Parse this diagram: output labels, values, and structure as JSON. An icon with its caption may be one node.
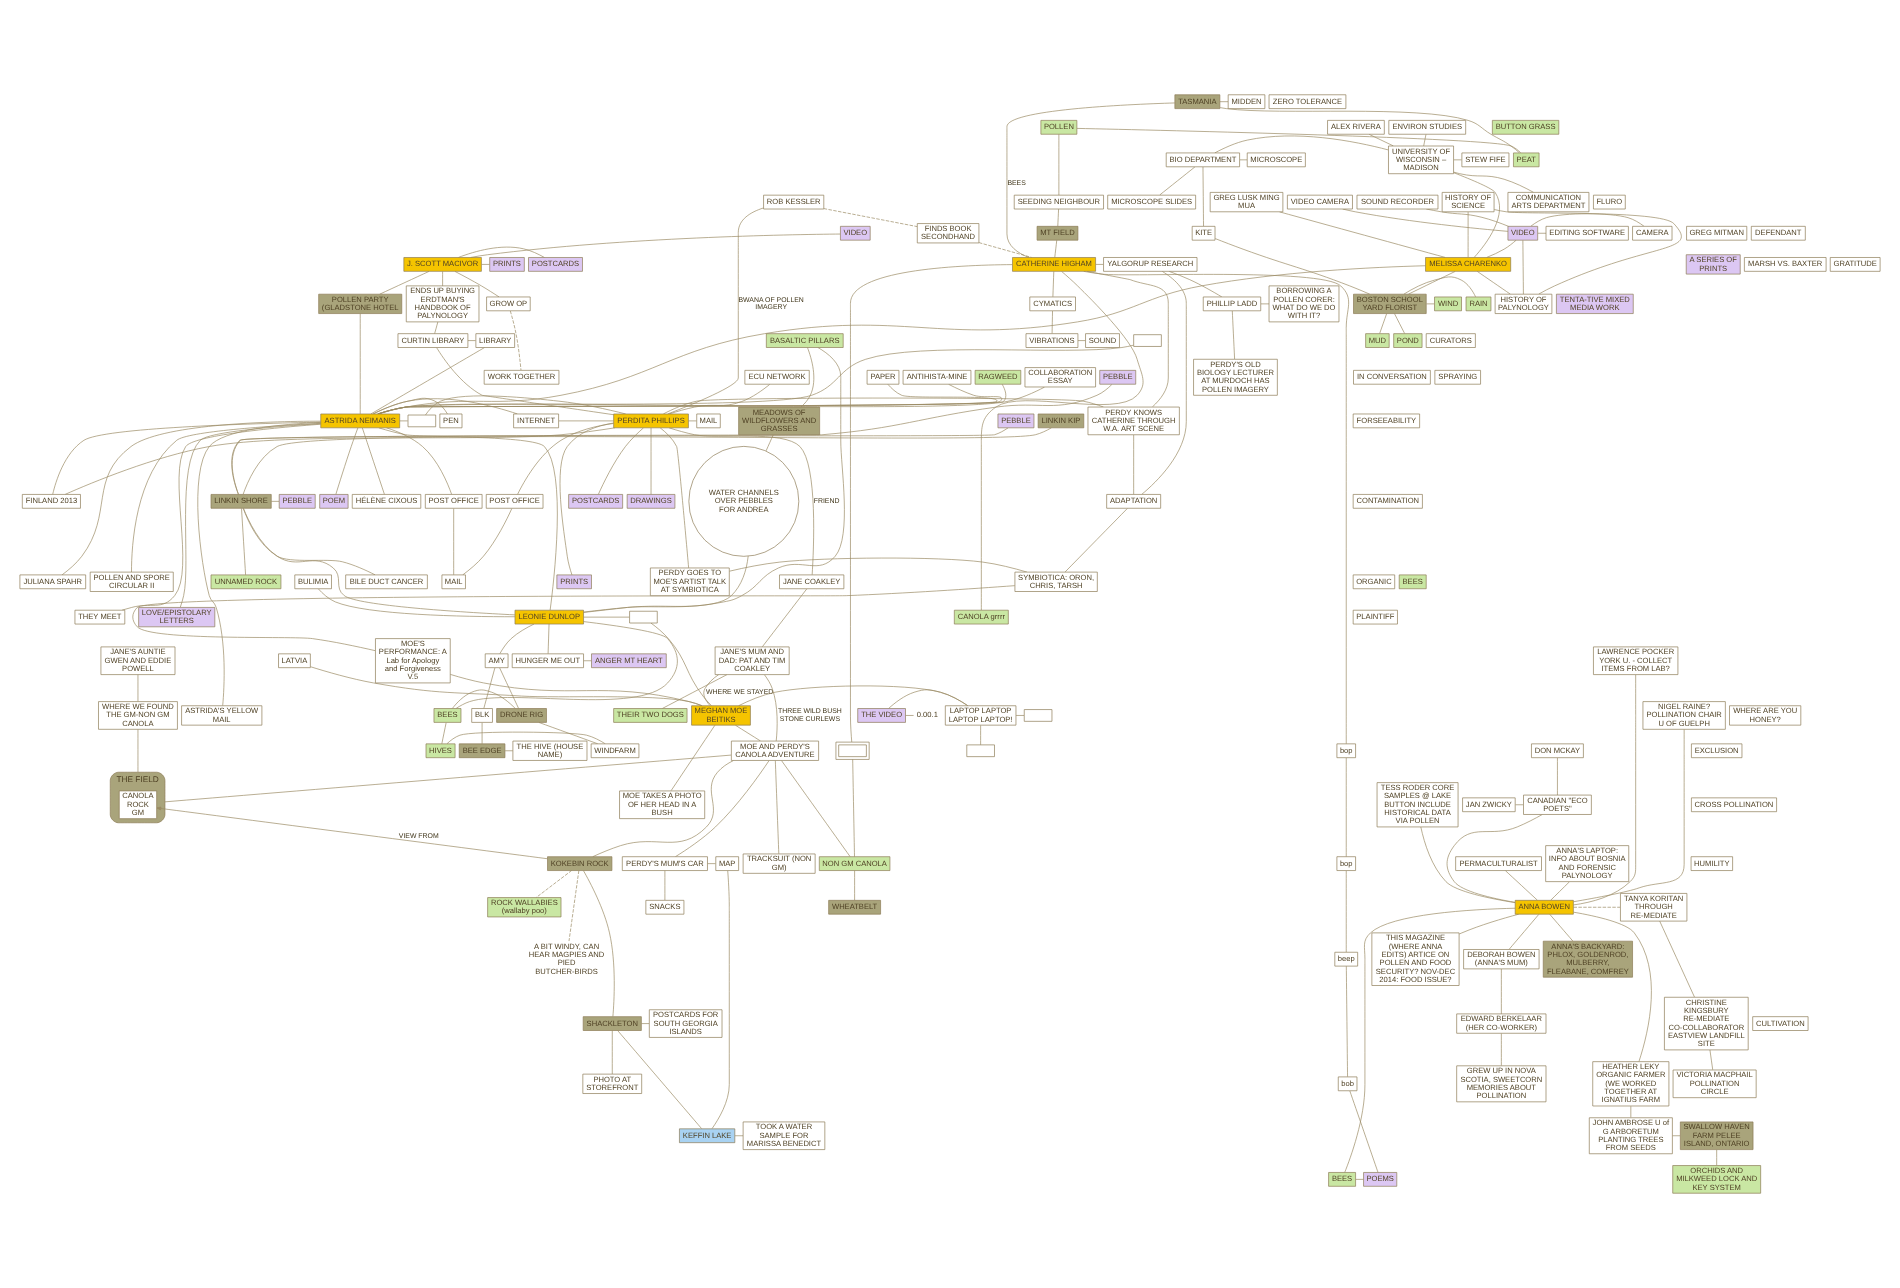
{
  "diagram": {
    "nodes": [
      {
        "text": [
          "ZERO TOLERANCE"
        ]
      },
      {
        "text": [
          "TASMANIA"
        ]
      },
      {
        "text": [
          "MIDDEN"
        ]
      },
      {
        "text": [
          "ENVIRON STUDIES"
        ]
      },
      {
        "text": [
          "POLLEN"
        ]
      },
      {
        "text": [
          "BUTTON GRASS"
        ]
      },
      {
        "text": [
          "ALEX RIVERA"
        ]
      },
      {
        "text": [
          "PEAT"
        ]
      },
      {
        "text": [
          "BIO DEPARTMENT"
        ]
      },
      {
        "text": [
          "UNIVERSITY OF WISCONSIN – MADISON"
        ]
      },
      {
        "text": [
          "STEW FIFE"
        ]
      },
      {
        "text": [
          "MICROSCOPE"
        ]
      },
      {
        "text": [
          "COMMUNICATION ARTS DEPARTMENT"
        ]
      },
      {
        "text": [
          "GREG LUSK MING MUA"
        ]
      },
      {
        "text": [
          "MICROSCOPE SLIDES"
        ]
      },
      {
        "text": [
          "ROB KESSLER"
        ]
      },
      {
        "text": [
          "FLURO"
        ]
      },
      {
        "text": [
          "VIDEO CAMERA"
        ]
      },
      {
        "text": [
          "SEEDING NEIGHBOUR"
        ]
      },
      {
        "text": [
          "HISTORY OF SCIENCE"
        ]
      },
      {
        "text": [
          "SOUND RECORDER"
        ]
      },
      {
        "text": [
          "FINDS BOOK SECONDHAND"
        ]
      },
      {
        "text": [
          "MT FIELD"
        ]
      },
      {
        "text": [
          "KITE"
        ]
      },
      {
        "text": [
          "GREG MITMAN"
        ]
      },
      {
        "text": [
          "VIDEO"
        ]
      },
      {
        "text": [
          "EDITING SOFTWARE"
        ]
      },
      {
        "text": [
          "DEFENDANT"
        ]
      },
      {
        "text": [
          "VIDEO"
        ]
      },
      {
        "text": [
          "J. SCOTT MACIVOR"
        ]
      },
      {
        "text": [
          "POSTCARDS"
        ]
      },
      {
        "text": [
          "A SERIES OF PRINTS"
        ]
      },
      {
        "text": [
          "GRATITUDE"
        ]
      },
      {
        "text": [
          "CAMERA"
        ]
      },
      {
        "text": [
          "MELISSA CHARENKO"
        ]
      },
      {
        "text": [
          "ENDS UP BUYING ERDTMAN'S HANDBOOK OF PALYNOLOGY"
        ]
      },
      {
        "text": [
          "YALGORUP RESEARCH"
        ]
      },
      {
        "text": [
          "CATHERINE HIGHAM"
        ]
      },
      {
        "text": [
          "MARSH VS. BAXTER"
        ]
      },
      {
        "text": [
          "PRINTS"
        ]
      },
      {
        "text": [
          "BOSTON SCHOOL YARD FLORIST"
        ]
      },
      {
        "text": [
          "TENTA-TIVE MIXED MEDIA WORK"
        ]
      },
      {
        "text": [
          "HISTORY OF PALYNOLOGY"
        ]
      },
      {
        "text": [
          "POLLEN PARTY (GLADSTONE HOTEL"
        ]
      },
      {
        "text": [
          "PHILLIP LADD"
        ]
      },
      {
        "text": [
          "BORROWING A POLLEN CORER: WHAT DO WE DO WITH IT?"
        ]
      },
      {
        "text": [
          "CYMATICS"
        ]
      },
      {
        "text": [
          "WIND"
        ]
      },
      {
        "text": [
          "GROW OP"
        ]
      },
      {
        "text": [
          "RAIN"
        ]
      },
      {
        "text": [
          "MUD"
        ]
      },
      {
        "text": [
          "POND"
        ]
      },
      {
        "text": [
          "CURTIN LIBRARY"
        ]
      },
      {
        "text": [
          "VIBRATIONS"
        ]
      },
      {
        "text": [],
        "shape": "box"
      },
      {
        "text": [
          "BASALTIC PILLARS"
        ]
      },
      {
        "text": [
          "LIBRARY"
        ]
      },
      {
        "text": [
          "CURATORS"
        ]
      },
      {
        "text": [
          "ANTIHISTA-MINE"
        ]
      },
      {
        "text": [
          "RAGWEED"
        ]
      },
      {
        "text": [
          "SOUND"
        ]
      },
      {
        "text": [
          "PERDY'S OLD BIOLOGY LECTURER AT MURDOCH HAS POLLEN IMAGERY"
        ]
      },
      {
        "text": [
          "WORK TOGETHER"
        ]
      },
      {
        "text": [
          "IN CONVERSATION"
        ]
      },
      {
        "text": [
          "PAPER"
        ]
      },
      {
        "text": [
          "COLLABORATION ESSAY"
        ]
      },
      {
        "text": [
          "MEADOWS OF WILDFLOWERS AND GRASSES"
        ]
      },
      {
        "text": [
          "PEBBLE"
        ]
      },
      {
        "text": [
          "LINKIN KIP"
        ]
      },
      {
        "text": [
          "INTERNET"
        ]
      },
      {
        "text": [
          "ECU NETWORK"
        ]
      },
      {
        "text": [
          "MAIL"
        ]
      },
      {
        "text": [
          "SPRAYING"
        ]
      },
      {
        "text": [
          "PEN"
        ]
      },
      {
        "text": [],
        "shape": "box"
      },
      {
        "text": [
          "PEBBLE"
        ]
      },
      {
        "text": [
          "LINKIN SHORE"
        ]
      },
      {
        "text": [
          "ASTRIDA NEIMANIS"
        ]
      },
      {
        "text": [
          "PERDITA PHILLIPS"
        ]
      },
      {
        "text": [
          "PERDY KNOWS CATHERINE THROUGH W.A. ART SCENE"
        ]
      },
      {
        "text": [
          "FORSEEABILITY"
        ]
      },
      {
        "text": [
          "POEM"
        ]
      },
      {
        "text": [
          "POSTCARDS"
        ]
      },
      {
        "text": [
          "PEBBLE"
        ]
      },
      {
        "text": [
          "WATER CHANNELS OVER PEBBLES",
          "FOR ANDREA"
        ]
      },
      {
        "text": [
          "HÉLÈNE CIXOUS"
        ]
      },
      {
        "text": [
          "POST OFFICE"
        ]
      },
      {
        "text": [
          "FINLAND 2013"
        ]
      },
      {
        "text": [
          "POST OFFICE"
        ]
      },
      {
        "text": [
          "DRAWINGS"
        ]
      },
      {
        "text": [
          "ADAPTATION"
        ]
      },
      {
        "text": [
          "CONTAMINATION"
        ]
      },
      {
        "text": [
          "BEES"
        ]
      },
      {
        "text": [
          "UNNAMED ROCK"
        ]
      },
      {
        "text": [
          "MAIL"
        ]
      },
      {
        "text": [
          "PRINTS"
        ]
      },
      {
        "text": [
          "ORGANIC"
        ]
      },
      {
        "text": [
          "BULIMIA"
        ]
      },
      {
        "text": [
          "POLLEN AND SPORE CIRCULAR II"
        ]
      },
      {
        "text": [
          "JANE COAKLEY"
        ]
      },
      {
        "text": [
          "PERDY GOES TO MOE'S ARTIST TALK AT SYMBIOTICA"
        ]
      },
      {
        "text": [
          "SYMBIOTICA: ORON, CHRIS, TARSH"
        ]
      },
      {
        "text": [
          "JULIANA SPAHR"
        ]
      },
      {
        "text": [
          "BILE DUCT CANCER"
        ]
      },
      {
        "text": [
          "PLAINTIFF"
        ]
      },
      {
        "text": [
          "LOVE/EPISTOLARY LETTERS"
        ]
      },
      {
        "text": [
          "LEONIE DUNLOP"
        ]
      },
      {
        "text": [],
        "shape": "box"
      },
      {
        "text": [
          "LAWRENCE POCKER YORK U. - COLLECT ITEMS FROM LAB?"
        ]
      },
      {
        "text": [
          "THEY MEET"
        ]
      },
      {
        "text": [
          "HUNGER ME OUT"
        ]
      },
      {
        "text": [
          "JANE'S AUNTIE GWEN AND EDDIE POWELL"
        ]
      },
      {
        "text": [
          "JANE'S MUM AND DAD: PAT AND TIM COAKLEY"
        ]
      },
      {
        "text": [
          "MOE'S PERFORMANCE: A Lab for Apology and Forgiveness V.5"
        ]
      },
      {
        "text": [
          "CANOLA grrrr"
        ]
      },
      {
        "text": [
          "AMY"
        ]
      },
      {
        "text": [
          "LATVIA"
        ]
      },
      {
        "text": [
          "ANGER MT HEART"
        ]
      },
      {
        "text": [
          "ASTRIDA'S YELLOW MAIL"
        ]
      },
      {
        "text": [
          "WHERE ARE YOU HONEY?"
        ]
      },
      {
        "text": [
          "MEGHAN MOE BEITIKS"
        ]
      },
      {
        "text": [
          "LAPTOP LAPTOP LAPTOP LAPTOP!"
        ]
      },
      {
        "text": [
          "THE VIDEO"
        ]
      },
      {
        "text": [
          "0.00.1"
        ]
      },
      {
        "text": [
          "NIGEL RAINE? POLLINATION CHAIR U OF GUELPH"
        ]
      },
      {
        "text": [
          "BEES"
        ]
      },
      {
        "text": [
          "BLK"
        ]
      },
      {
        "text": [
          "THEIR TWO DOGS"
        ]
      },
      {
        "text": [
          "WHERE WE FOUND THE GM-NON GM CANOLA"
        ]
      },
      {
        "text": [
          "THE HIVE (HOUSE NAME)"
        ]
      },
      {
        "text": [],
        "shape": "box"
      },
      {
        "text": [],
        "shape": "box"
      },
      {
        "text": [],
        "shape": "box"
      },
      {
        "text": [
          "DRONE RIG"
        ]
      },
      {
        "text": [
          "BEE EDGE"
        ]
      },
      {
        "text": [
          "HIVES"
        ]
      },
      {
        "text": [
          "MOE AND PERDY'S CANOLA ADVENTURE"
        ]
      },
      {
        "text": [
          "THE FIELD"
        ]
      },
      {
        "text": [
          "CANOLA",
          "ROCK",
          "GM"
        ],
        "in": 137
      },
      {
        "text": [
          "MOE TAKES A PHOTO OF HER HEAD IN A BUSH"
        ]
      },
      {
        "text": [
          "TESS RODER CORE SAMPLES @ LAKE BUTTON INCLUDE HISTORICAL DATA VIA POLLEN"
        ]
      },
      {
        "text": [
          "PERMACULTURALIST"
        ]
      },
      {
        "text": [
          "WINDFARM"
        ]
      },
      {
        "text": [
          "DON MCKAY"
        ]
      },
      {
        "text": [
          "EXCLUSION"
        ]
      },
      {
        "text": [
          "CROSS POLLINATION"
        ]
      },
      {
        "text": [
          "CANADIAN \"ECO POETS\""
        ]
      },
      {
        "text": [
          "JAN ZWICKY"
        ]
      },
      {
        "text": [
          "ANNA'S LAPTOP: INFO ABOUT BOSNIA AND FORENSIC PALYNOLOGY"
        ]
      },
      {
        "text": [
          "TRACKSUIT (NON GM)"
        ]
      },
      {
        "text": [
          "PERDY'S MUM'S CAR"
        ]
      },
      {
        "text": [
          "NON GM CANOLA"
        ]
      },
      {
        "text": [
          "HUMILITY"
        ]
      },
      {
        "text": [
          "KOKEBIN ROCK"
        ]
      },
      {
        "text": [
          "MAP"
        ]
      },
      {
        "text": [
          "SNACKS"
        ]
      },
      {
        "text": [
          "TANYA KORITAN THROUGH RE-MEDIATE"
        ]
      },
      {
        "text": [
          "ANNA BOWEN"
        ]
      },
      {
        "text": [
          "ROCK WALLABIES (wallaby poo)"
        ]
      },
      {
        "text": [
          "WHEATBELT"
        ]
      },
      {
        "text": [
          "THIS MAGAZINE (WHERE ANNA EDITS) ARTICE ON POLLEN AND FOOD SECURITY? NOV-DEC 2014: FOOD ISSUE?"
        ]
      },
      {
        "text": [
          "DEBORAH BOWEN (ANNA'S MUM)"
        ]
      },
      {
        "text": [
          "ANNA'S BACKYARD: PHLOX, GOLDENROD, MULBERRY, FLEABANE, COMFREY"
        ]
      },
      {
        "text": [
          "CHRISTINE KINGSBURY RE-MEDIATE CO-COLLABORATOR EASTVIEW LANDFILL SITE"
        ]
      },
      {
        "text": [
          "A BIT WINDY, CAN HEAR MAGPIES AND PIED BUTCHER-BIRDS"
        ]
      },
      {
        "text": [
          "SHACKLETON"
        ]
      },
      {
        "text": [
          "POSTCARDS FOR SOUTH GEORGIA ISLANDS"
        ]
      },
      {
        "text": [
          "EDWARD BERKELAAR (HER CO-WORKER)"
        ]
      },
      {
        "text": [
          "HEATHER LEKY ORGANIC FARMER (WE WORKED TOGETHER AT IGNATIUS FARM"
        ]
      },
      {
        "text": [
          "CULTIVATION"
        ]
      },
      {
        "text": [
          "GREW UP IN NOVA SCOTIA, SWEETCORN MEMORIES ABOUT POLLINATION"
        ]
      },
      {
        "text": [
          "PHOTO AT STOREFRONT"
        ]
      },
      {
        "text": [
          "VICTORIA MACPHAIL POLLINATION CIRCLE"
        ]
      },
      {
        "text": [
          "KEFFIN LAKE"
        ]
      },
      {
        "text": [
          "SWALLOW HAVEN FARM PELEE ISLAND, ONTARIO"
        ]
      },
      {
        "text": [
          "JOHN AMBROSE U of G ARBORETUM PLANTING TREES FROM SEEDS"
        ]
      },
      {
        "text": [
          "TOOK A WATER SAMPLE FOR MARISSA BENEDICT"
        ]
      },
      {
        "text": [
          "ORCHIDS AND MILKWEED LOCK AND KEY SYSTEM"
        ]
      },
      {
        "text": [
          "BEES"
        ]
      },
      {
        "text": [
          "bop"
        ]
      },
      {
        "text": [
          "bop"
        ]
      },
      {
        "text": [
          "beep"
        ]
      },
      {
        "text": [
          "bob"
        ]
      },
      {
        "text": [
          "POEMS"
        ]
      }
    ],
    "edges": [
      {
        "from": 3,
        "to": 9,
        "arrow": "none"
      },
      {
        "from": 6,
        "to": 9,
        "arrow": "none"
      },
      {
        "from": 8,
        "to": 9,
        "arrow": "none"
      },
      {
        "from": 9,
        "to": 10,
        "arrow": "none"
      },
      {
        "from": 9,
        "to": 12,
        "arrow": "none"
      },
      {
        "from": 8,
        "to": 11,
        "arrow": "none"
      },
      {
        "from": 8,
        "to": 14,
        "arrow": "none"
      },
      {
        "from": 8,
        "to": 23,
        "arrow": "none"
      },
      {
        "from": 13,
        "to": 34,
        "arrow": "none"
      },
      {
        "from": 9,
        "to": 34,
        "arrow": "none"
      },
      {
        "from": 19,
        "to": 34,
        "arrow": "none"
      },
      {
        "from": 19,
        "to": 42,
        "arrow": "none"
      },
      {
        "from": 25,
        "to": 34,
        "arrow": "none"
      },
      {
        "from": 25,
        "to": 42,
        "arrow": "none"
      },
      {
        "from": 25,
        "to": 17,
        "arrow": "none"
      },
      {
        "from": 25,
        "to": 20,
        "arrow": "none"
      },
      {
        "from": 25,
        "to": 26,
        "arrow": "none"
      },
      {
        "from": 25,
        "to": 33,
        "arrow": "none"
      },
      {
        "from": 34,
        "to": 40,
        "arrow": "none"
      },
      {
        "from": 34,
        "to": 42,
        "arrow": "none"
      },
      {
        "from": 23,
        "to": 40,
        "arrow": "none"
      },
      {
        "from": 40,
        "to": 47,
        "arrow": "none"
      },
      {
        "from": 40,
        "to": 49,
        "arrow": "none"
      },
      {
        "from": 40,
        "to": 50,
        "arrow": "none"
      },
      {
        "from": 40,
        "to": 51,
        "arrow": "none"
      },
      {
        "from": 34,
        "to": 77,
        "arrow": "none"
      },
      {
        "from": 29,
        "to": 28,
        "arrow": "none"
      },
      {
        "from": 29,
        "to": 30,
        "arrow": "none"
      },
      {
        "from": 29,
        "to": 39,
        "arrow": "none"
      },
      {
        "from": 29,
        "to": 43,
        "arrow": "none"
      },
      {
        "from": 29,
        "to": 35,
        "arrow": "none"
      },
      {
        "from": 29,
        "to": 48,
        "arrow": "none"
      },
      {
        "from": 48,
        "to": 62,
        "arrow": "none",
        "style": "dashed"
      },
      {
        "from": 43,
        "to": 77,
        "arrow": "none"
      },
      {
        "from": 35,
        "to": 52,
        "arrow": "none"
      },
      {
        "from": 52,
        "to": 56,
        "arrow": "none"
      },
      {
        "from": 52,
        "to": 78,
        "arrow": "none"
      },
      {
        "from": 56,
        "to": 77,
        "arrow": "none"
      },
      {
        "from": 77,
        "to": 69,
        "arrow": "none"
      },
      {
        "from": 69,
        "to": 78,
        "arrow": "none"
      },
      {
        "from": 77,
        "to": 74,
        "arrow": "none"
      },
      {
        "from": 74,
        "to": 78,
        "arrow": "none"
      },
      {
        "from": 70,
        "to": 78,
        "arrow": "none"
      },
      {
        "from": 77,
        "to": 87,
        "arrow": "none"
      },
      {
        "from": 87,
        "to": 78,
        "arrow": "none"
      },
      {
        "from": 77,
        "to": 86,
        "arrow": "none"
      },
      {
        "from": 86,
        "to": 94,
        "arrow": "none"
      },
      {
        "from": 94,
        "to": 88,
        "arrow": "none"
      },
      {
        "from": 88,
        "to": 78,
        "arrow": "none"
      },
      {
        "from": 78,
        "to": 99,
        "arrow": "none",
        "label": "FRIEND"
      },
      {
        "from": 77,
        "to": 54,
        "arrow": "none"
      },
      {
        "from": 77,
        "to": 58,
        "arrow": "none"
      },
      {
        "from": 77,
        "to": 59,
        "arrow": "none"
      },
      {
        "from": 77,
        "to": 64,
        "arrow": "none"
      },
      {
        "from": 77,
        "to": 73,
        "arrow": "none"
      },
      {
        "from": 77,
        "to": 65,
        "arrow": "none"
      },
      {
        "from": 77,
        "to": 81,
        "arrow": "none"
      },
      {
        "from": 77,
        "to": 85,
        "arrow": "none"
      },
      {
        "from": 77,
        "to": 102,
        "arrow": "none"
      },
      {
        "from": 77,
        "to": 105,
        "arrow": "none"
      },
      {
        "from": 77,
        "to": 98,
        "arrow": "none"
      },
      {
        "from": 77,
        "to": 109,
        "arrow": "none"
      },
      {
        "from": 77,
        "to": 118,
        "arrow": "none"
      },
      {
        "from": 77,
        "to": 106,
        "arrow": "none"
      },
      {
        "from": 55,
        "to": 66,
        "arrow": "none"
      },
      {
        "from": 55,
        "to": 106,
        "arrow": "none"
      },
      {
        "from": 66,
        "to": 84,
        "arrow": "none"
      },
      {
        "from": 84,
        "to": 106,
        "arrow": "none"
      },
      {
        "from": 76,
        "to": 68,
        "arrow": "none"
      },
      {
        "from": 76,
        "to": 67,
        "arrow": "none"
      },
      {
        "from": 76,
        "to": 75,
        "arrow": "none"
      },
      {
        "from": 76,
        "to": 83,
        "arrow": "none"
      },
      {
        "from": 76,
        "to": 93,
        "arrow": "none"
      },
      {
        "from": 76,
        "to": 103,
        "arrow": "none"
      },
      {
        "from": 76,
        "to": 106,
        "arrow": "none"
      },
      {
        "from": 97,
        "to": 106,
        "arrow": "none"
      },
      {
        "from": 106,
        "to": 115,
        "arrow": "none"
      },
      {
        "from": 106,
        "to": 110,
        "arrow": "none"
      },
      {
        "from": 110,
        "to": 117,
        "arrow": "none"
      },
      {
        "from": 115,
        "to": 126,
        "arrow": "none"
      },
      {
        "from": 125,
        "to": 106,
        "arrow": "none"
      },
      {
        "from": 125,
        "to": 133,
        "arrow": "none"
      },
      {
        "from": 125,
        "to": 135,
        "arrow": "none"
      },
      {
        "from": 135,
        "to": 142,
        "arrow": "none"
      },
      {
        "from": 133,
        "to": 142,
        "arrow": "none"
      },
      {
        "from": 115,
        "to": 133,
        "arrow": "none"
      },
      {
        "from": 126,
        "to": 134,
        "arrow": "none"
      },
      {
        "from": 134,
        "to": 129,
        "arrow": "none"
      },
      {
        "from": 106,
        "to": 107,
        "arrow": "none"
      },
      {
        "from": 107,
        "to": 120,
        "arrow": "none"
      },
      {
        "from": 143,
        "to": 146,
        "arrow": "none"
      },
      {
        "from": 147,
        "to": 146,
        "arrow": "none"
      },
      {
        "from": 146,
        "to": 157,
        "arrow": "none"
      },
      {
        "from": 148,
        "to": 157,
        "arrow": "none"
      },
      {
        "from": 108,
        "to": 157,
        "arrow": "none"
      },
      {
        "from": 124,
        "to": 157,
        "arrow": "none"
      },
      {
        "from": 140,
        "to": 157,
        "arrow": "none"
      },
      {
        "from": 141,
        "to": 157,
        "arrow": "none"
      },
      {
        "from": 157,
        "to": 160,
        "arrow": "none"
      },
      {
        "from": 157,
        "to": 161,
        "arrow": "none"
      },
      {
        "from": 161,
        "to": 167,
        "arrow": "none"
      },
      {
        "from": 167,
        "to": 170,
        "arrow": "none"
      },
      {
        "from": 157,
        "to": 162,
        "arrow": "none"
      },
      {
        "from": 157,
        "to": 168,
        "arrow": "none"
      },
      {
        "from": 168,
        "to": 175,
        "arrow": "none"
      },
      {
        "from": 175,
        "to": 174,
        "arrow": "none"
      },
      {
        "from": 174,
        "to": 177,
        "arrow": "none"
      },
      {
        "from": 157,
        "to": 178,
        "arrow": "none"
      },
      {
        "from": 178,
        "to": 183,
        "arrow": "none"
      },
      {
        "from": 157,
        "to": 156,
        "arrow": "none",
        "style": "dashed"
      },
      {
        "from": 156,
        "to": 163,
        "arrow": "none"
      },
      {
        "from": 163,
        "to": 172,
        "arrow": "none"
      },
      {
        "from": 128,
        "to": 137,
        "arrow": "none"
      },
      {
        "from": 111,
        "to": 128,
        "arrow": "none"
      },
      {
        "from": 153,
        "to": 138,
        "arrow": "to",
        "label": "VIEW FROM"
      },
      {
        "from": 137,
        "to": 136,
        "arrow": "none"
      },
      {
        "from": 136,
        "to": 153,
        "arrow": "none"
      },
      {
        "from": 136,
        "to": 149,
        "arrow": "none"
      },
      {
        "from": 136,
        "to": 150,
        "arrow": "none"
      },
      {
        "from": 150,
        "to": 154,
        "arrow": "none"
      },
      {
        "from": 150,
        "to": 155,
        "arrow": "none"
      },
      {
        "from": 154,
        "to": 173,
        "arrow": "none"
      },
      {
        "from": 153,
        "to": 158,
        "arrow": "none",
        "style": "dashed"
      },
      {
        "from": 153,
        "to": 164,
        "arrow": "none",
        "style": "dashed"
      },
      {
        "from": 153,
        "to": 165,
        "arrow": "none"
      },
      {
        "from": 165,
        "to": 166,
        "arrow": "none"
      },
      {
        "from": 165,
        "to": 171,
        "arrow": "none"
      },
      {
        "from": 165,
        "to": 173,
        "arrow": "none"
      },
      {
        "from": 173,
        "to": 176,
        "arrow": "none"
      },
      {
        "from": 112,
        "to": 136,
        "arrow": "none",
        "label": "THREE WILD BUSH STONE CURLEWS"
      },
      {
        "from": 112,
        "to": 127,
        "arrow": "none"
      },
      {
        "from": 112,
        "to": 120,
        "arrow": "none",
        "label": "WHERE WE STAYED"
      },
      {
        "from": 99,
        "to": 112,
        "arrow": "none"
      },
      {
        "from": 120,
        "to": 116,
        "arrow": "none"
      },
      {
        "from": 120,
        "to": 121,
        "arrow": "none"
      },
      {
        "from": 121,
        "to": 130,
        "arrow": "none"
      },
      {
        "from": 121,
        "to": 132,
        "arrow": "none"
      },
      {
        "from": 120,
        "to": 139,
        "arrow": "none"
      },
      {
        "from": 120,
        "to": 113,
        "arrow": "none"
      },
      {
        "from": 120,
        "to": 136,
        "arrow": "none"
      },
      {
        "from": 113,
        "to": 101,
        "arrow": "none"
      },
      {
        "from": 100,
        "to": 101,
        "arrow": "none"
      },
      {
        "from": 78,
        "to": 100,
        "arrow": "none"
      },
      {
        "from": 78,
        "to": 82,
        "arrow": "none"
      },
      {
        "from": 78,
        "to": 89,
        "arrow": "none"
      },
      {
        "from": 78,
        "to": 95,
        "arrow": "none"
      },
      {
        "from": 15,
        "to": 78,
        "arrow": "none",
        "label": "BWANA OF POLLEN IMAGERY"
      },
      {
        "from": 15,
        "to": 21,
        "arrow": "none",
        "style": "dashed"
      },
      {
        "from": 21,
        "to": 37,
        "arrow": "none",
        "style": "dashed"
      },
      {
        "from": 36,
        "to": 44,
        "arrow": "none"
      },
      {
        "from": 44,
        "to": 45,
        "arrow": "none"
      },
      {
        "from": 44,
        "to": 61,
        "arrow": "none"
      },
      {
        "from": 78,
        "to": 71,
        "arrow": "none"
      },
      {
        "from": 78,
        "to": 79,
        "arrow": "none"
      },
      {
        "from": 37,
        "to": 79,
        "arrow": "none"
      },
      {
        "from": 79,
        "to": 90,
        "arrow": "none"
      },
      {
        "from": 36,
        "to": 90,
        "arrow": "none"
      },
      {
        "from": 90,
        "to": 101,
        "arrow": "none"
      },
      {
        "from": 37,
        "to": 36,
        "arrow": "none"
      },
      {
        "from": 1,
        "to": 37,
        "arrow": "none",
        "label": "BEES"
      },
      {
        "from": 1,
        "to": 2,
        "arrow": "none"
      },
      {
        "from": 1,
        "to": 7,
        "arrow": "none"
      },
      {
        "from": 7,
        "to": 4,
        "arrow": "none"
      },
      {
        "from": 4,
        "to": 18,
        "arrow": "none"
      },
      {
        "from": 18,
        "to": 22,
        "arrow": "none"
      },
      {
        "from": 22,
        "to": 37,
        "arrow": "none"
      },
      {
        "from": 37,
        "to": 46,
        "arrow": "none"
      },
      {
        "from": 46,
        "to": 53,
        "arrow": "none"
      },
      {
        "from": 53,
        "to": 60,
        "arrow": "none"
      },
      {
        "from": 37,
        "to": 114,
        "arrow": "none"
      },
      {
        "from": 37,
        "to": 131,
        "arrow": "none"
      },
      {
        "from": 131,
        "to": 151,
        "arrow": "none"
      },
      {
        "from": 151,
        "to": 159,
        "arrow": "none"
      },
      {
        "from": 136,
        "to": 151,
        "arrow": "none"
      },
      {
        "from": 37,
        "to": 179,
        "arrow": "none"
      },
      {
        "from": 179,
        "to": 180,
        "arrow": "none"
      },
      {
        "from": 180,
        "to": 181,
        "arrow": "none"
      },
      {
        "from": 181,
        "to": 182,
        "arrow": "none"
      },
      {
        "from": 182,
        "to": 183,
        "arrow": "none"
      },
      {
        "from": 122,
        "to": 121,
        "arrow": "none"
      },
      {
        "from": 122,
        "to": 123,
        "arrow": "none"
      }
    ]
  }
}
